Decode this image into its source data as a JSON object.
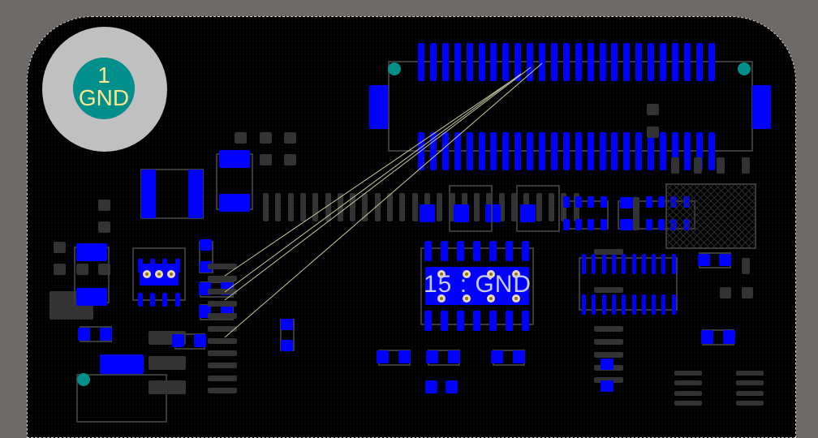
{
  "view": {
    "type": "pcb-layout-editor",
    "background_color": "#6e6a68",
    "board_color": "#000000",
    "colors": {
      "top_copper": "#0000ff",
      "other_layer_pads": "#333333",
      "via": "#008f8a",
      "mounting_hole_ring": "#c0c0c0",
      "pad_label": "#fde58f",
      "net_label": "#c9c9f5",
      "ratsnest": "#c8c8a0",
      "silkscreen_outline": "#3a3a3a"
    }
  },
  "mounting_hole": {
    "pad_number": "1",
    "net": "GND"
  },
  "ic_thermal_pad": {
    "pad_number": "15",
    "separator": ":",
    "net": "GND",
    "label": "15 : GND"
  },
  "connector": {
    "pins_per_row": 25,
    "rows": 2
  }
}
